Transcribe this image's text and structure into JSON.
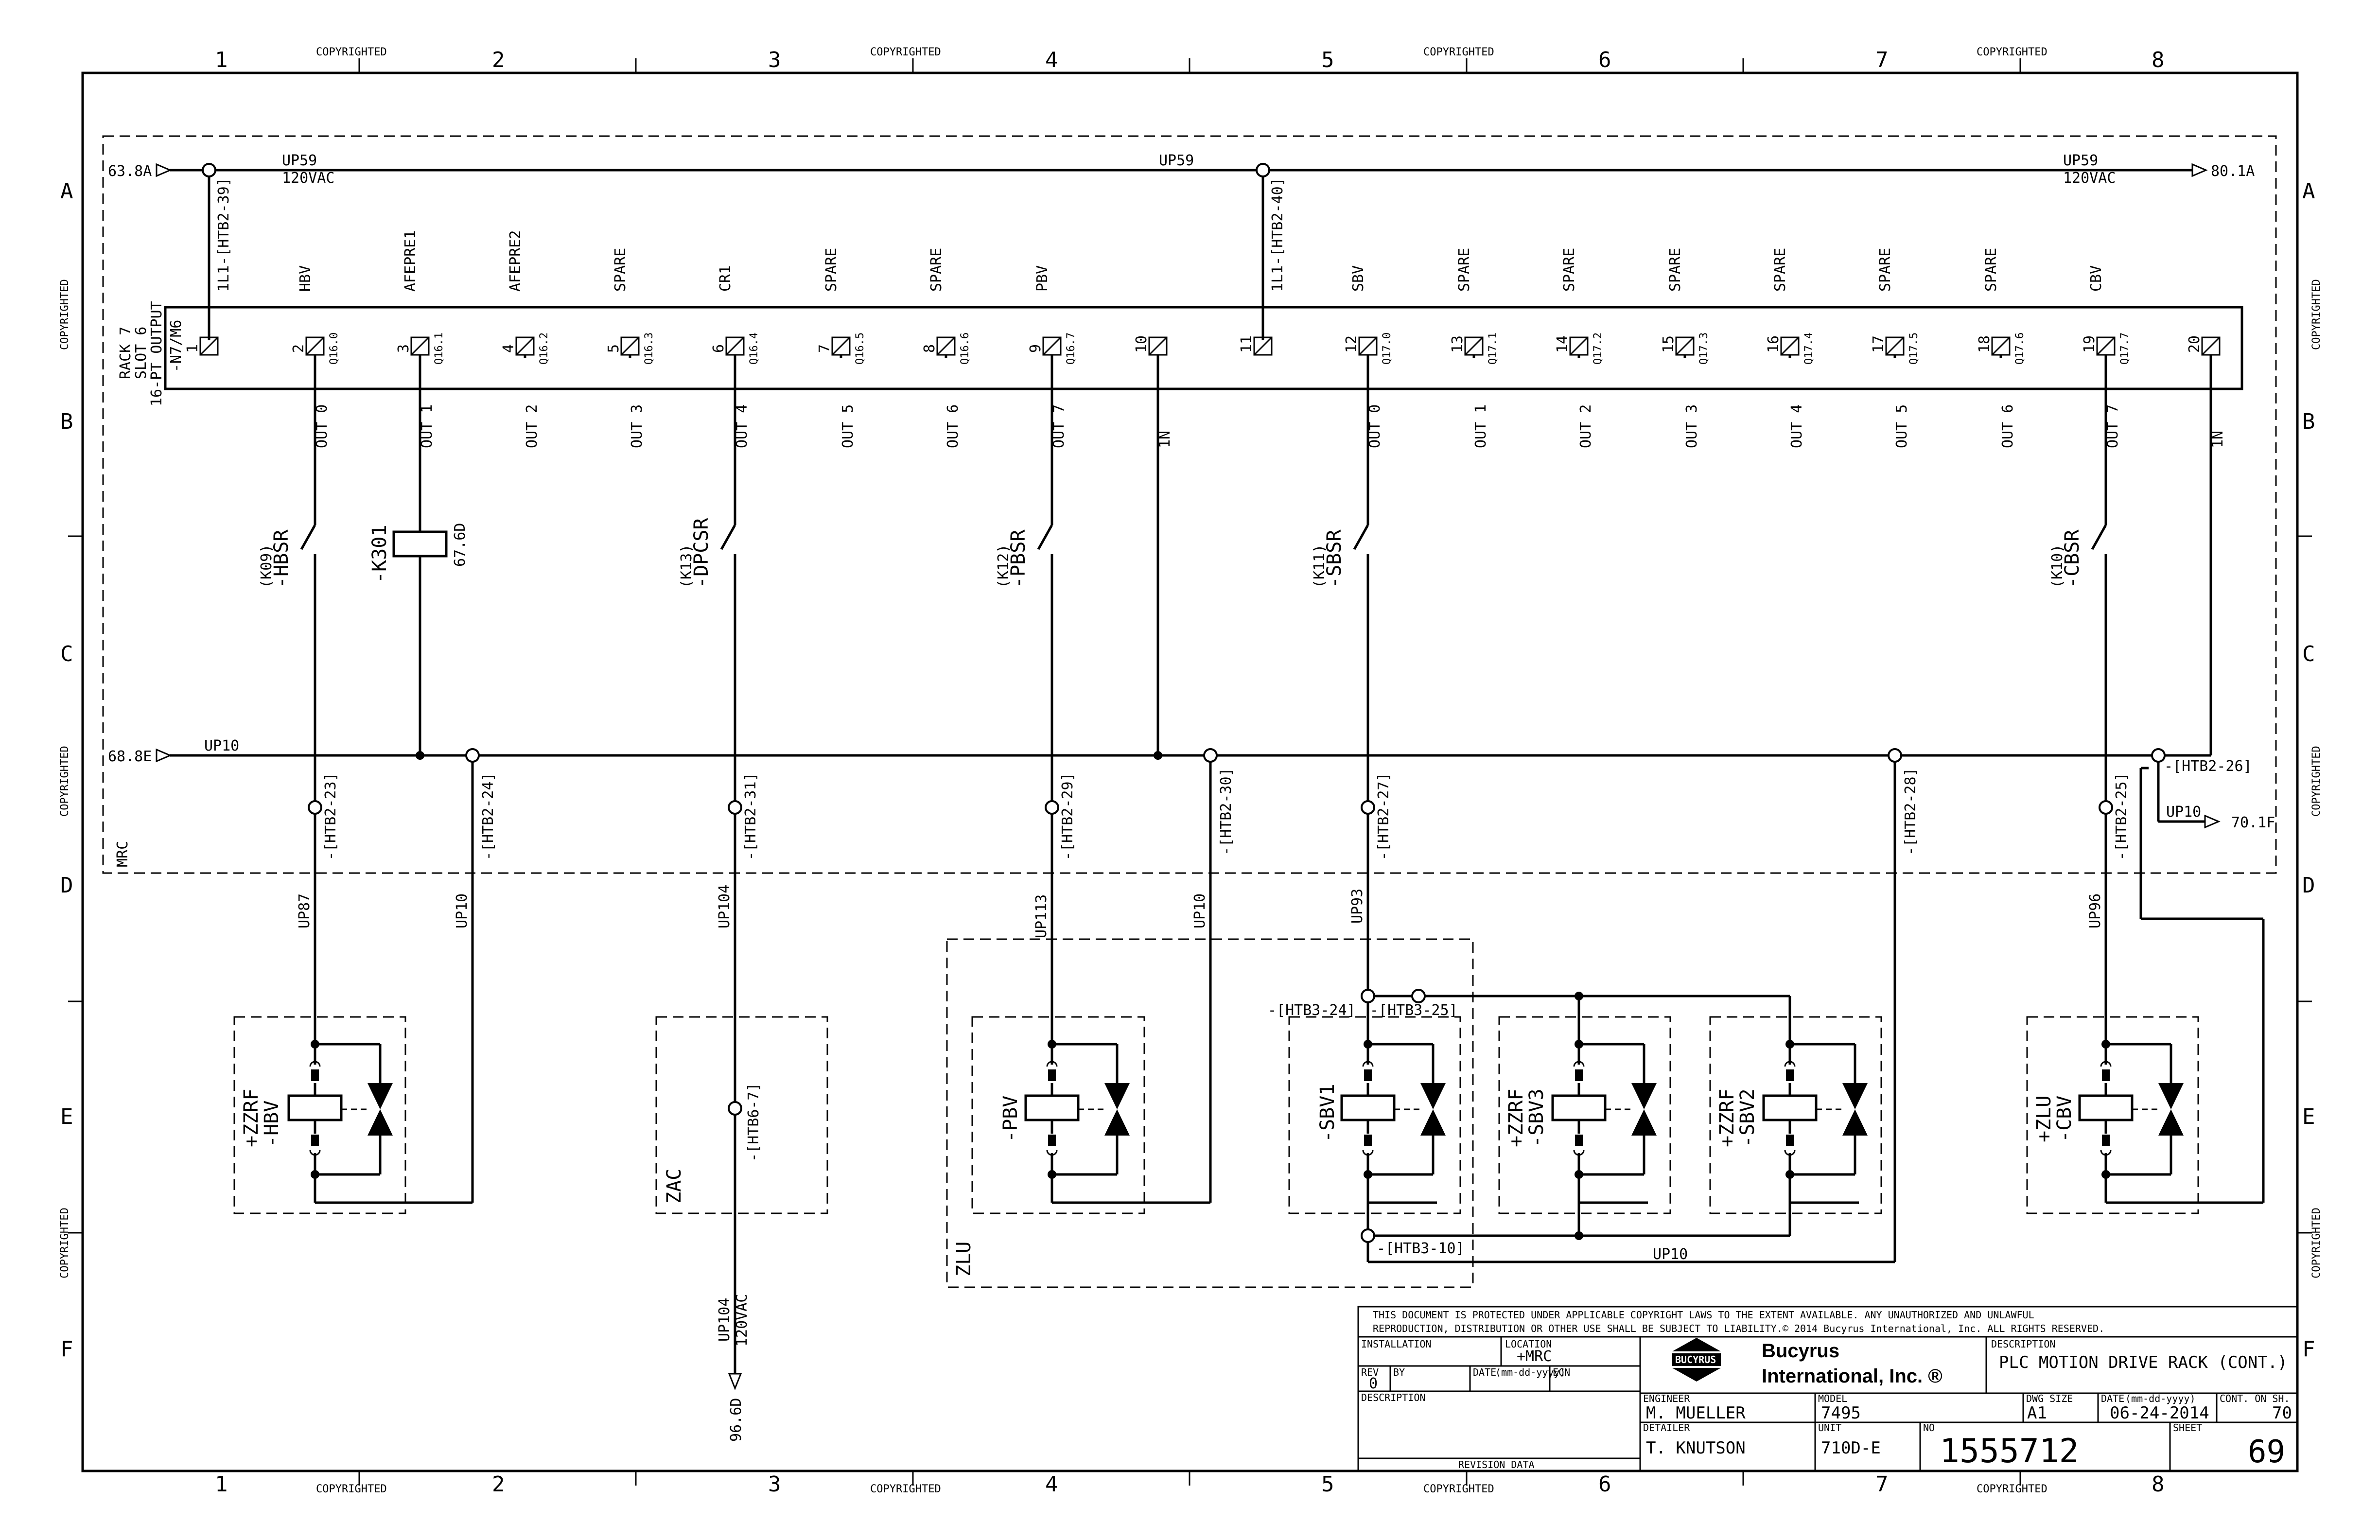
{
  "border": {
    "columns": [
      "1",
      "2",
      "3",
      "4",
      "5",
      "6",
      "7",
      "8"
    ],
    "rows": [
      "A",
      "B",
      "C",
      "D",
      "E",
      "F"
    ],
    "copyright": "COPYRIGHTED"
  },
  "rails": {
    "top_in_ref": "63.8A",
    "top_net": "UP59",
    "top_voltage": "120VAC",
    "top_mid_net": "UP59",
    "top_right_net": "UP59",
    "top_right_voltage": "120VAC",
    "top_out_ref": "80.1A",
    "bottom_in_ref": "68.8E",
    "bottom_net": "UP10",
    "bottom_out_net": "UP10",
    "bottom_out_ref": "70.1F"
  },
  "module": {
    "title": "RACK 7",
    "slot": "SLOT 6",
    "type": "16-PT OUTPUT",
    "address": "-N7/M6",
    "enclosure": "MRC",
    "terminals": [
      {
        "num": "1",
        "addr": "",
        "label": "1L1-[HTB2-39]",
        "out": ""
      },
      {
        "num": "2",
        "addr": "Q16.0",
        "label": "HBV",
        "out": "OUT 0"
      },
      {
        "num": "3",
        "addr": "Q16.1",
        "label": "AFEPRE1",
        "out": "OUT 1"
      },
      {
        "num": "4",
        "addr": "Q16.2",
        "label": "AFEPRE2",
        "out": "OUT 2"
      },
      {
        "num": "5",
        "addr": "Q16.3",
        "label": "SPARE",
        "out": "OUT 3"
      },
      {
        "num": "6",
        "addr": "Q16.4",
        "label": "CR1",
        "out": "OUT 4"
      },
      {
        "num": "7",
        "addr": "Q16.5",
        "label": "SPARE",
        "out": "OUT 5"
      },
      {
        "num": "8",
        "addr": "Q16.6",
        "label": "SPARE",
        "out": "OUT 6"
      },
      {
        "num": "9",
        "addr": "Q16.7",
        "label": "PBV",
        "out": "OUT 7"
      },
      {
        "num": "10",
        "addr": "",
        "label": "",
        "out": "1N"
      },
      {
        "num": "11",
        "addr": "",
        "label": "1L1-[HTB2-40]",
        "out": ""
      },
      {
        "num": "12",
        "addr": "Q17.0",
        "label": "SBV",
        "out": "OUT 0"
      },
      {
        "num": "13",
        "addr": "Q17.1",
        "label": "SPARE",
        "out": "OUT 1"
      },
      {
        "num": "14",
        "addr": "Q17.2",
        "label": "SPARE",
        "out": "OUT 2"
      },
      {
        "num": "15",
        "addr": "Q17.3",
        "label": "SPARE",
        "out": "OUT 3"
      },
      {
        "num": "16",
        "addr": "Q17.4",
        "label": "SPARE",
        "out": "OUT 4"
      },
      {
        "num": "17",
        "addr": "Q17.5",
        "label": "SPARE",
        "out": "OUT 5"
      },
      {
        "num": "18",
        "addr": "Q17.6",
        "label": "SPARE",
        "out": "OUT 6"
      },
      {
        "num": "19",
        "addr": "Q17.7",
        "label": "CBV",
        "out": "OUT 7"
      },
      {
        "num": "20",
        "addr": "",
        "label": "",
        "out": "1N"
      }
    ]
  },
  "relays": {
    "k09_tag": "(K09)",
    "k09_name": "-HBSR",
    "k301_name": "-K301",
    "k301_ref": "67.6D",
    "k13_tag": "(K13)",
    "k13_name": "-DPCSR",
    "k12_tag": "(K12)",
    "k12_name": "-PBSR",
    "k11_tag": "(K11)",
    "k11_name": "-SBSR",
    "k10_tag": "(K10)",
    "k10_name": "-CBSR"
  },
  "terminals": {
    "htb2_23": "-[HTB2-23]",
    "htb2_24": "-[HTB2-24]",
    "htb2_31": "-[HTB2-31]",
    "htb2_29": "-[HTB2-29]",
    "htb2_30": "-[HTB2-30]",
    "htb2_27": "-[HTB2-27]",
    "htb2_28": "-[HTB2-28]",
    "htb2_25": "-[HTB2-25]",
    "htb2_26": "-[HTB2-26]",
    "htb3_24": "-[HTB3-24]",
    "htb3_25": "-[HTB3-25]",
    "htb3_10": "-[HTB3-10]",
    "htb6_7": "-[HTB6-7]"
  },
  "wires": {
    "up87": "UP87",
    "up10_a": "UP10",
    "up104": "UP104",
    "up113": "UP113",
    "up10_b": "UP10",
    "up93": "UP93",
    "up96": "UP96",
    "up10_c": "UP10",
    "up104_b": "UP104",
    "up104_v": "120VAC",
    "out_ref": "96.6D"
  },
  "devices": {
    "zzrf_hbv_1": "+ZZRF",
    "zzrf_hbv_2": "-HBV",
    "zac": "ZAC",
    "pbv": "-PBV",
    "zlu_box": "ZLU",
    "sbv1": "-SBV1",
    "sbv3_1": "+ZZRF",
    "sbv3_2": "-SBV3",
    "sbv2_1": "+ZZRF",
    "sbv2_2": "-SBV2",
    "cbv_1": "+ZLU",
    "cbv_2": "-CBV"
  },
  "title_block": {
    "notice1": "THIS DOCUMENT IS PROTECTED UNDER APPLICABLE COPYRIGHT LAWS TO THE EXTENT AVAILABLE.  ANY UNAUTHORIZED AND UNLAWFUL",
    "notice2": "REPRODUCTION, DISTRIBUTION OR OTHER USE SHALL BE SUBJECT TO LIABILITY.© 2014  Bucyrus International, Inc. ALL RIGHTS RESERVED.",
    "installation_label": "INSTALLATION",
    "location_label": "LOCATION",
    "location": "+MRC",
    "rev_label": "REV",
    "rev": "0",
    "by_label": "BY",
    "date_label": "DATE",
    "date_fmt": "(mm-dd-yyyy)",
    "ecn_label": "ECN",
    "description_label": "DESCRIPTION",
    "revision_data": "REVISION DATA",
    "company1": "Bucyrus",
    "company2": "International, Inc. ®",
    "logo_text": "BUCYRUS",
    "desc_label": "DESCRIPTION",
    "description": "PLC MOTION DRIVE RACK (CONT.)",
    "engineer_label": "ENGINEER",
    "engineer": "M. MUELLER",
    "model_label": "MODEL",
    "model": "7495",
    "dwg_size_label": "DWG SIZE",
    "dwg_size": "A1",
    "date2_label": "DATE",
    "date2_fmt": "(mm-dd-yyyy)",
    "date": "06-24-2014",
    "cont_label": "CONT. ON SH.",
    "cont": "70",
    "detailer_label": "DETAILER",
    "detailer": "T. KNUTSON",
    "unit_label": "UNIT",
    "unit": "710D-E",
    "no_label": "NO",
    "number": "1555712",
    "sheet_label": "SHEET",
    "sheet": "69"
  }
}
